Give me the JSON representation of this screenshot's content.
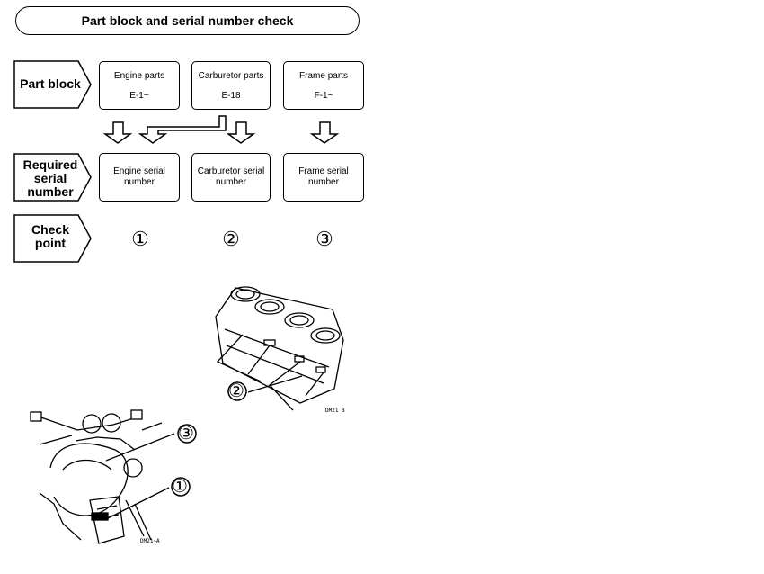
{
  "title": "Part block and serial number check",
  "rows": {
    "part_block": "Part block",
    "required_serial_number": [
      "Required",
      "serial",
      "number"
    ],
    "check_point": [
      "Check",
      "point"
    ]
  },
  "columns": [
    {
      "part": "Engine parts",
      "code": "E-1~",
      "serial": [
        "Engine serial",
        "number"
      ],
      "check": "①"
    },
    {
      "part": "Carburetor parts",
      "code": "E-18",
      "serial": [
        "Carburetor serial",
        "number"
      ],
      "check": "②"
    },
    {
      "part": "Frame parts",
      "code": "F-1~",
      "serial": [
        "Frame serial",
        "number"
      ],
      "check": "③"
    }
  ],
  "illustrations": {
    "carburetor": {
      "callout": "②",
      "code": "DM21  B"
    },
    "motorcycle": {
      "callouts": [
        "③",
        "①"
      ],
      "code": "DM21~A"
    }
  }
}
